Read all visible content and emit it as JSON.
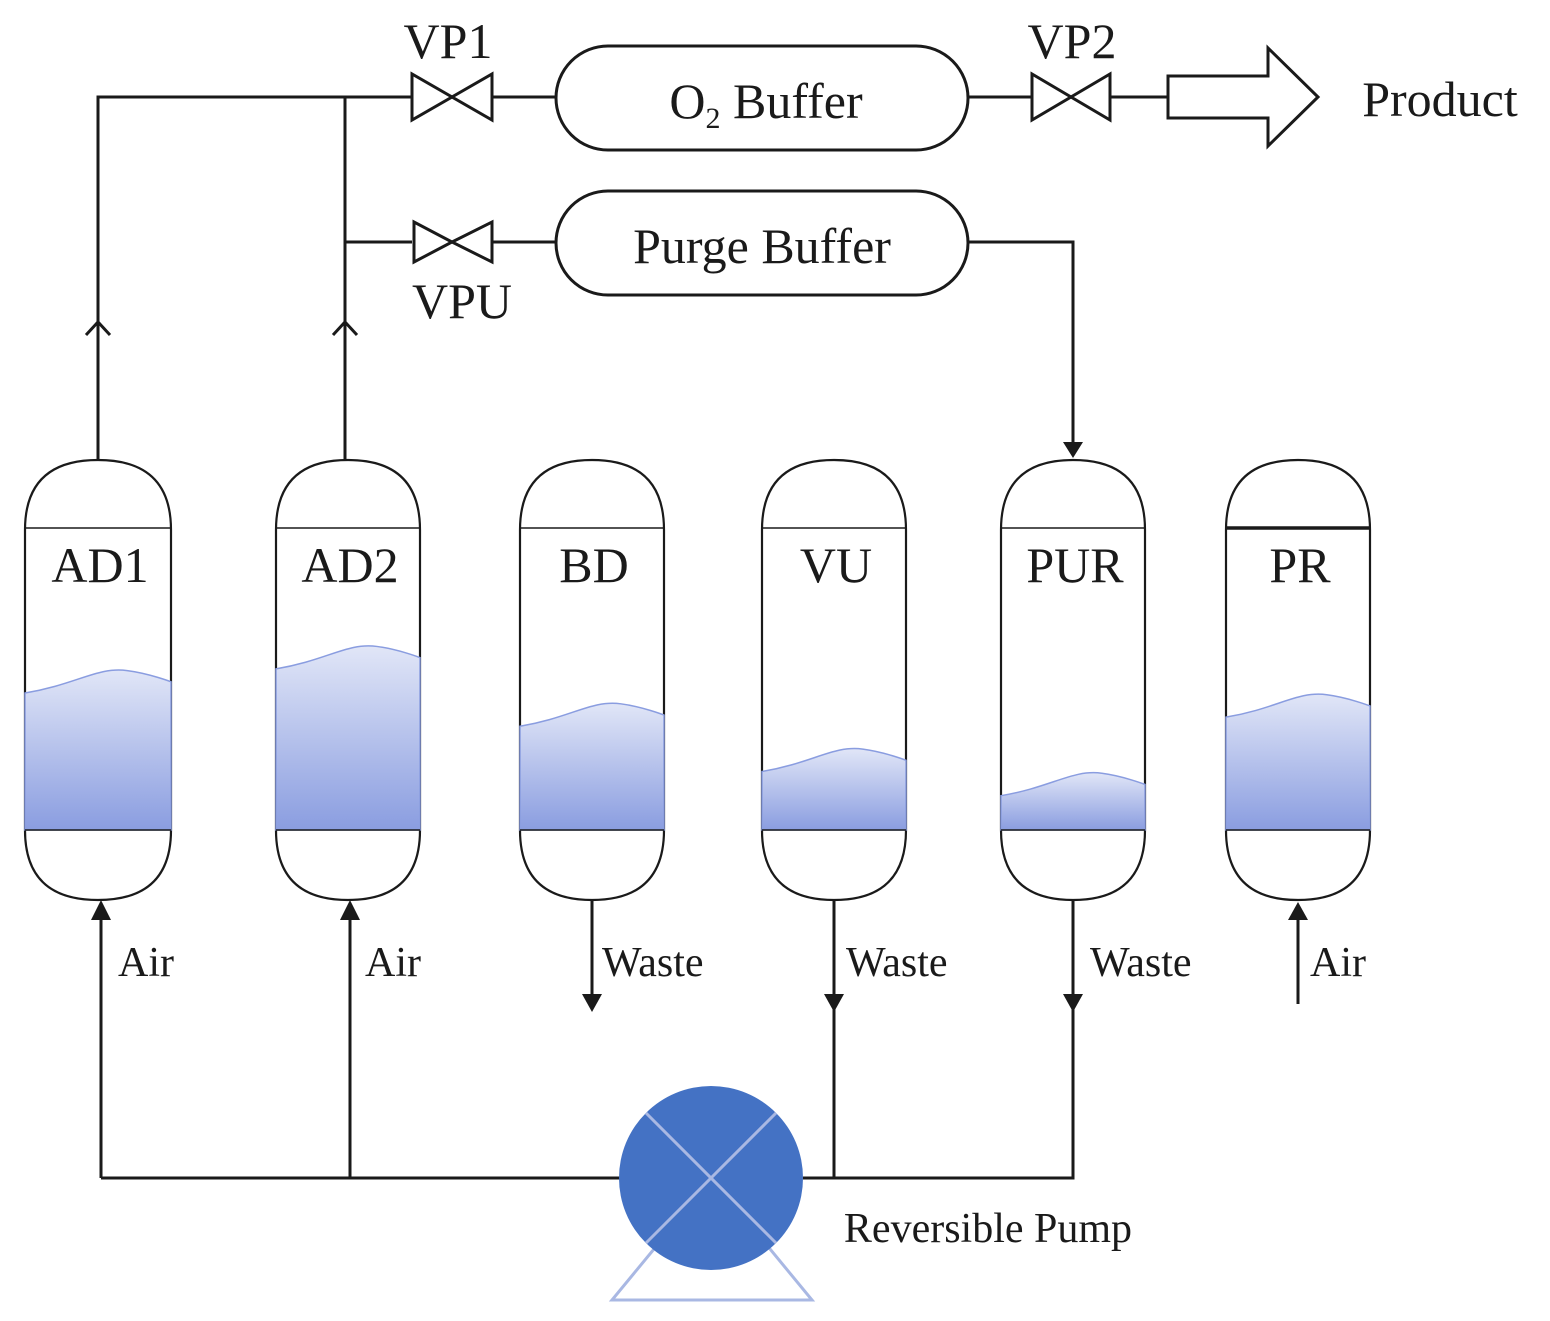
{
  "labels": {
    "vp1": "VP1",
    "vp2": "VP2",
    "vpu": "VPU",
    "o2_buffer_o": "O",
    "o2_buffer_sub": "2",
    "o2_buffer_rest": " Buffer",
    "purge_buffer": "Purge Buffer",
    "product": "Product",
    "pump": "Reversible Pump"
  },
  "columns": [
    {
      "id": "ad1",
      "label": "AD1",
      "level": 0.5,
      "flow": "Air"
    },
    {
      "id": "ad2",
      "label": "AD2",
      "level": 0.58,
      "flow": "Air"
    },
    {
      "id": "bd",
      "label": "BD",
      "level": 0.39,
      "flow": "Waste"
    },
    {
      "id": "vu",
      "label": "VU",
      "level": 0.24,
      "flow": "Waste"
    },
    {
      "id": "pur",
      "label": "PUR",
      "level": 0.16,
      "flow": "Waste"
    },
    {
      "id": "pr",
      "label": "PR",
      "level": 0.42,
      "flow": "Air"
    }
  ],
  "colors": {
    "line": "#1a1a1a",
    "fluid_top": "#dfe4f6",
    "fluid_bottom": "#8a9de0",
    "pump": "#4472c4",
    "pump_stand": "#a9b8e3"
  }
}
